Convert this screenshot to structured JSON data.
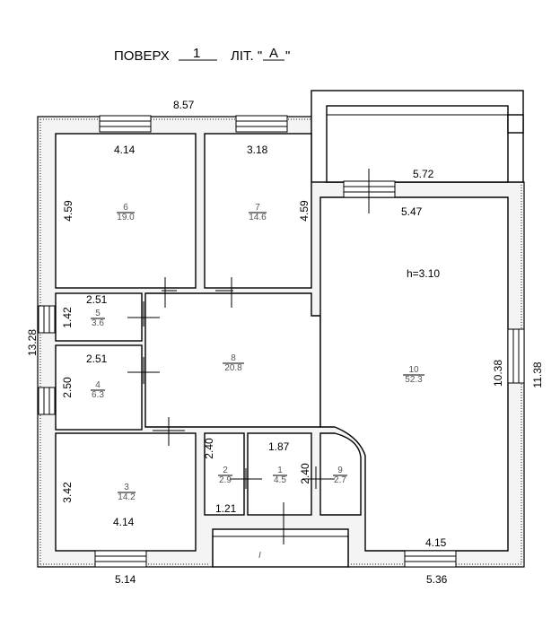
{
  "header": {
    "floor_label": "ПОВЕРХ",
    "floor_value": "1",
    "lit_label": "ЛІТ. \"",
    "lit_value": "А",
    "lit_close": "\""
  },
  "overall": {
    "top_width": "8.57",
    "left_height": "13.28",
    "right_height": "11.38",
    "bottom_left": "5.14",
    "bottom_right": "5.36"
  },
  "rooms": [
    {
      "id": "6",
      "area": "19.0",
      "w": "4.14",
      "h": "4.59"
    },
    {
      "id": "7",
      "area": "14.6",
      "w": "3.18",
      "h": "4.59"
    },
    {
      "id": "5",
      "area": "3.6",
      "w": "2.51",
      "h": "1.42"
    },
    {
      "id": "4",
      "area": "6.3",
      "w": "2.51",
      "h": "2.50"
    },
    {
      "id": "8",
      "area": "20.8"
    },
    {
      "id": "10",
      "area": "52.3",
      "w_top": "5.47",
      "w_top_outer": "5.72",
      "h": "10.38",
      "w_bottom": "4.15",
      "height_note": "h=3.10"
    },
    {
      "id": "3",
      "area": "14.2",
      "w": "4.14",
      "h": "3.42"
    },
    {
      "id": "2",
      "area": "2.9",
      "h": "2.40",
      "w": "1.21"
    },
    {
      "id": "1",
      "area": "4.5",
      "w": "1.87",
      "h": "2.40"
    },
    {
      "id": "9",
      "area": "2.7"
    }
  ],
  "porch_label": "I"
}
